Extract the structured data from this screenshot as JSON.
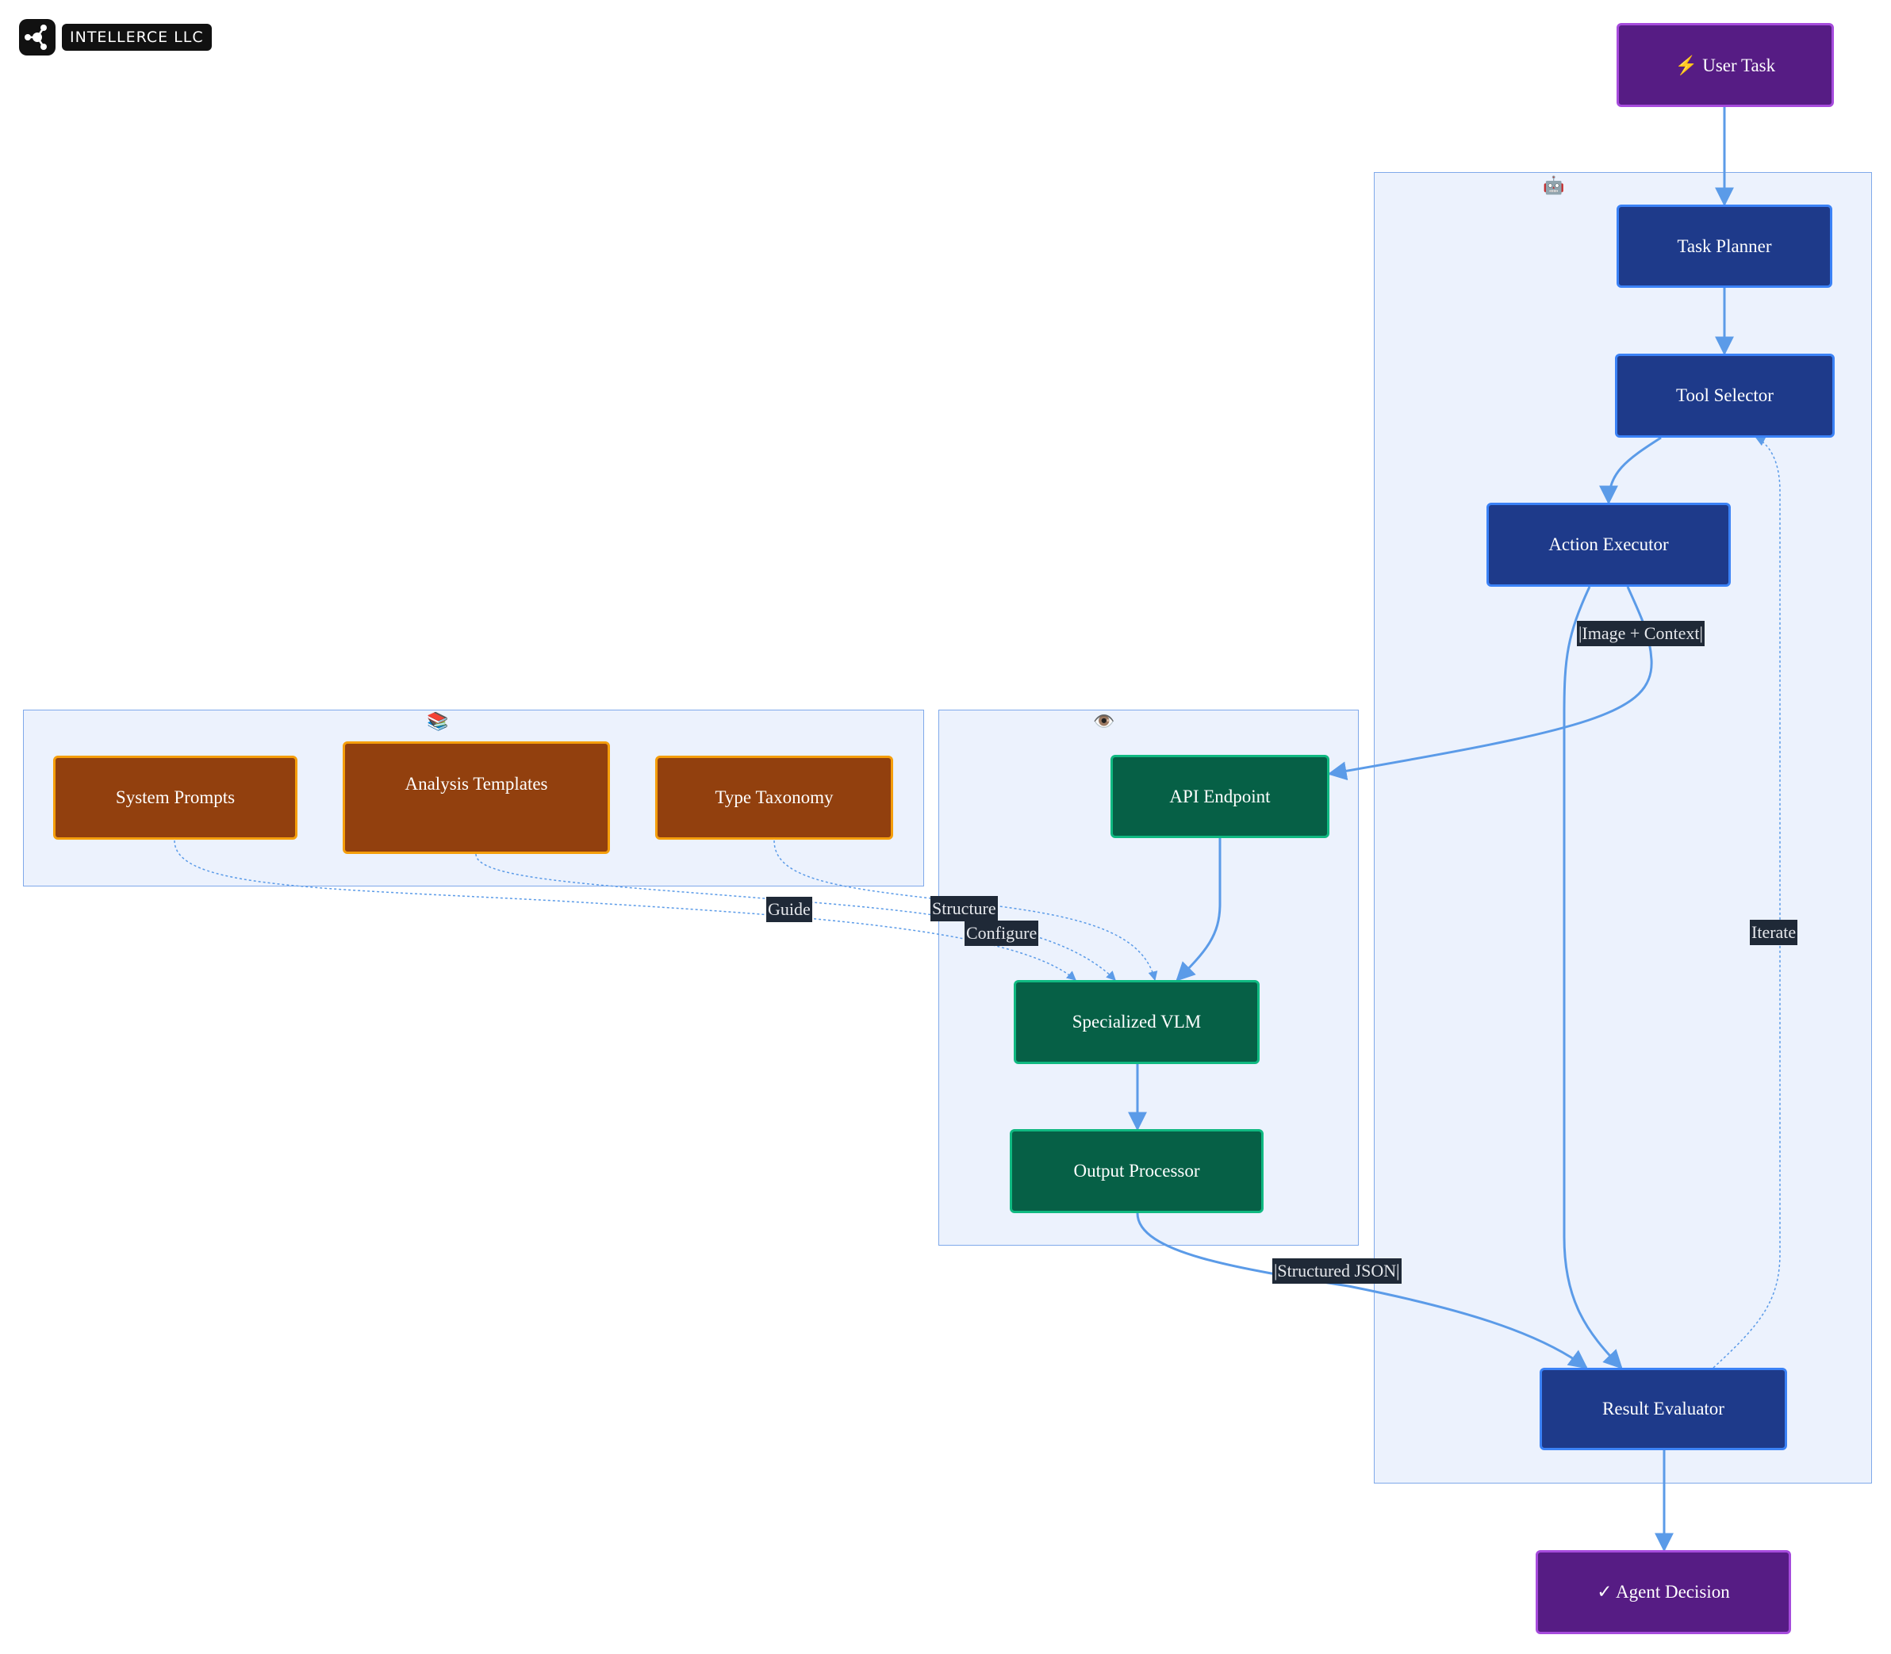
{
  "brand": {
    "name": "INTELLERCE LLC"
  },
  "groups": {
    "agent_icon": "🤖",
    "knowledge_icon": "📚",
    "vision_icon": "👁️"
  },
  "nodes": {
    "user_task": "⚡ User Task",
    "task_planner": "Task Planner",
    "tool_selector": "Tool Selector",
    "action_executor": "Action Executor",
    "api_endpoint": "API Endpoint",
    "specialized_vlm": "Specialized VLM",
    "output_processor": "Output Processor",
    "result_evaluator": "Result Evaluator",
    "agent_decision": "✓ Agent Decision",
    "system_prompts": "System Prompts",
    "analysis_templates": "Analysis Templates",
    "type_taxonomy": "Type Taxonomy"
  },
  "edge_labels": {
    "image_context": "|Image + Context|",
    "structured_json": "|Structured JSON|",
    "iterate": "Iterate",
    "guide": "Guide",
    "structure": "Structure",
    "configure": "Configure"
  },
  "colors": {
    "edge": "#5b9be8",
    "terminal_fill": "#561c84",
    "agent_fill": "#1e3a8a",
    "vision_fill": "#066046",
    "knowledge_fill": "#92400e",
    "group_fill": "#ecf2fd"
  }
}
